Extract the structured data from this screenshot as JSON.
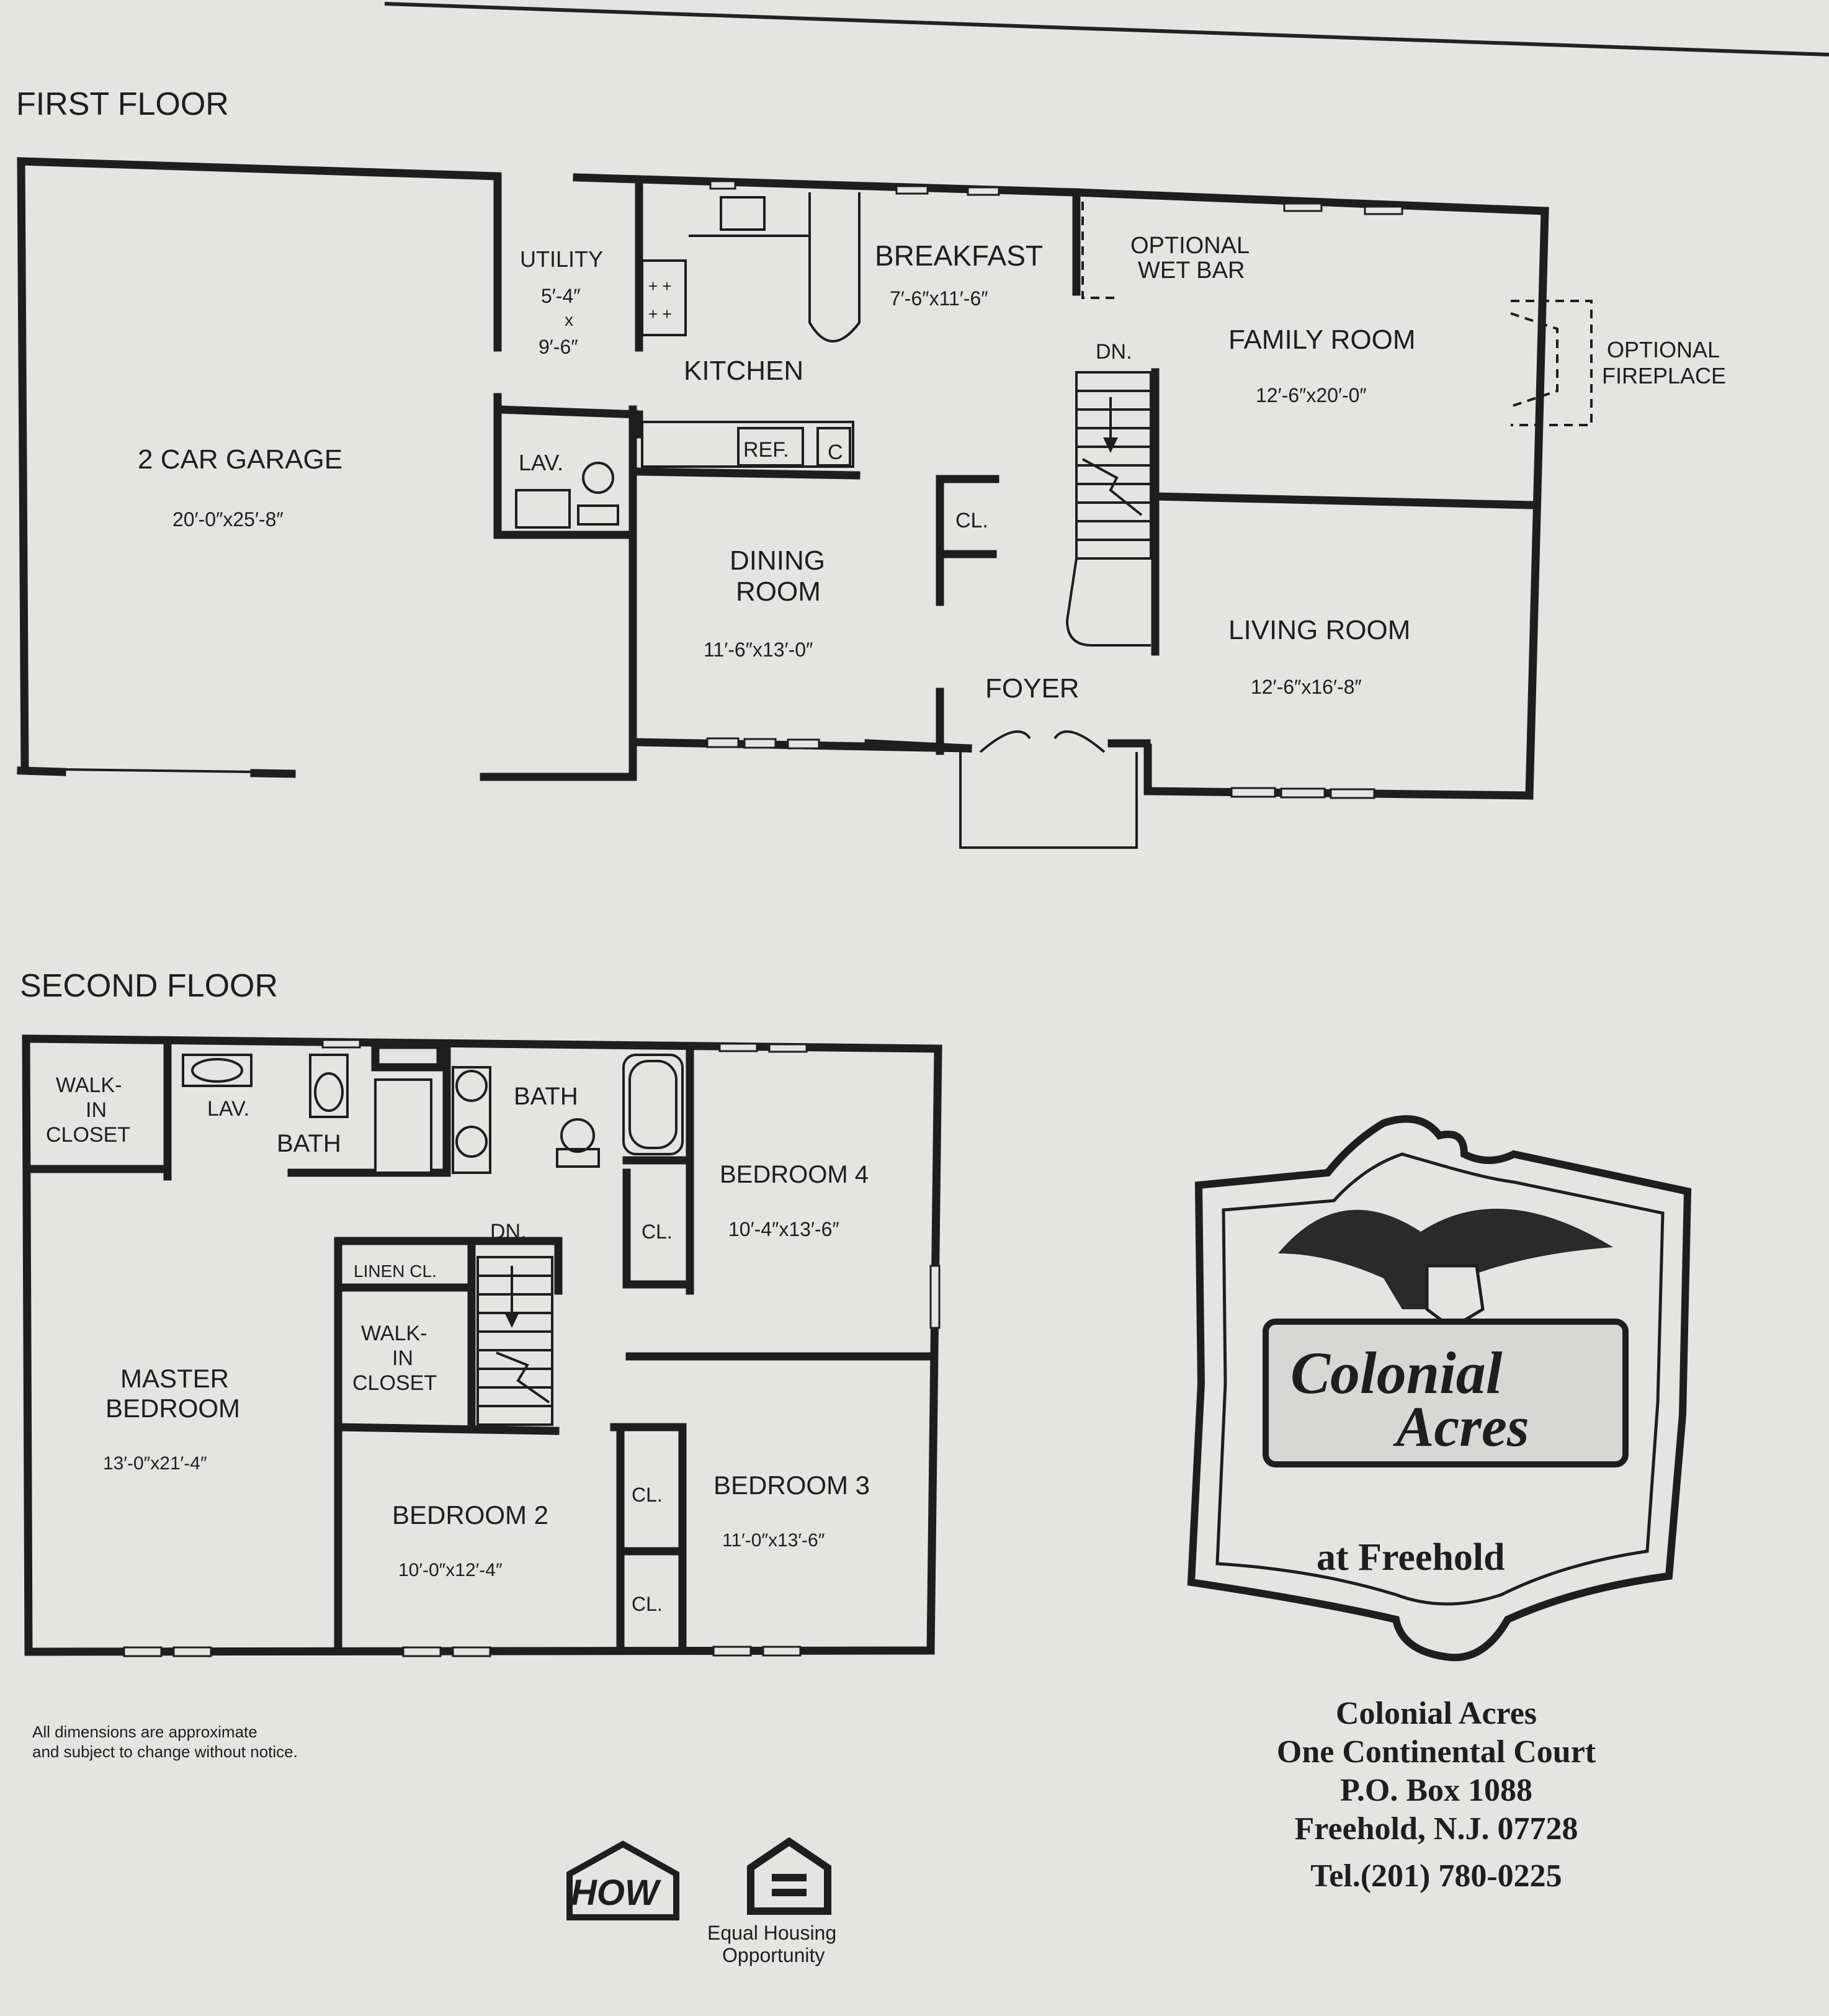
{
  "first_floor": {
    "heading": "FIRST FLOOR",
    "rooms": {
      "garage": {
        "name": "2 CAR GARAGE",
        "dims": "20′-0″x25′-8″"
      },
      "utility": {
        "name": "UTILITY",
        "dim1": "5′-4″",
        "x": "x",
        "dim2": "9′-6″"
      },
      "lav": {
        "name": "LAV."
      },
      "kitchen": {
        "name": "KITCHEN"
      },
      "ref": {
        "name": "REF."
      },
      "c": {
        "name": "C"
      },
      "breakfast": {
        "name": "BREAKFAST",
        "dims": "7′-6″x11′-6″"
      },
      "wet_bar": {
        "line1": "OPTIONAL",
        "line2": "WET BAR"
      },
      "family": {
        "name": "FAMILY ROOM",
        "dims": "12′-6″x20′-0″"
      },
      "fireplace": {
        "line1": "OPTIONAL",
        "line2": "FIREPLACE"
      },
      "stair_dn": "DN.",
      "closet": {
        "name": "CL."
      },
      "dining": {
        "line1": "DINING",
        "line2": "ROOM",
        "dims": "11′-6″x13′-0″"
      },
      "foyer": {
        "name": "FOYER"
      },
      "living": {
        "name": "LIVING ROOM",
        "dims": "12′-6″x16′-8″"
      }
    }
  },
  "second_floor": {
    "heading": "SECOND FLOOR",
    "rooms": {
      "walkin1": {
        "line1": "WALK-",
        "line2": "IN",
        "line3": "CLOSET"
      },
      "lav": {
        "name": "LAV."
      },
      "bath_master": {
        "name": "BATH"
      },
      "bath_hall": {
        "name": "BATH"
      },
      "bed4": {
        "name": "BEDROOM 4",
        "dims": "10′-4″x13′-6″"
      },
      "cl_bed4": {
        "name": "CL."
      },
      "stair_dn": "DN.",
      "linen": {
        "name": "LINEN CL."
      },
      "walkin2": {
        "line1": "WALK-",
        "line2": "IN",
        "line3": "CLOSET"
      },
      "master": {
        "line1": "MASTER",
        "line2": "BEDROOM",
        "dims": "13′-0″x21′-4″"
      },
      "bed2": {
        "name": "BEDROOM 2",
        "dims": "10′-0″x12′-4″"
      },
      "cl_a": {
        "name": "CL."
      },
      "cl_b": {
        "name": "CL."
      },
      "bed3": {
        "name": "BEDROOM 3",
        "dims": "11′-0″x13′-6″"
      }
    }
  },
  "disclaimer": {
    "line1": "All dimensions are approximate",
    "line2": "and subject to change without notice."
  },
  "logos": {
    "how": {
      "text": "HOW",
      "icon": "how-logo-icon"
    },
    "equal_housing": {
      "line1": "Equal Housing",
      "line2": "Opportunity",
      "icon": "equal-housing-icon"
    },
    "colonial_acres": {
      "line1": "Colonial",
      "line2": "Acres",
      "line3": "at Freehold",
      "icon": "eagle-crest-icon"
    }
  },
  "contact": {
    "line1": "Colonial Acres",
    "line2": "One Continental Court",
    "line3": "P.O. Box 1088",
    "line4": "Freehold, N.J. 07728",
    "line5": "Tel.(201) 780-0225"
  },
  "colors": {
    "paper": "#e4e4e2",
    "ink": "#1e1e1e"
  }
}
